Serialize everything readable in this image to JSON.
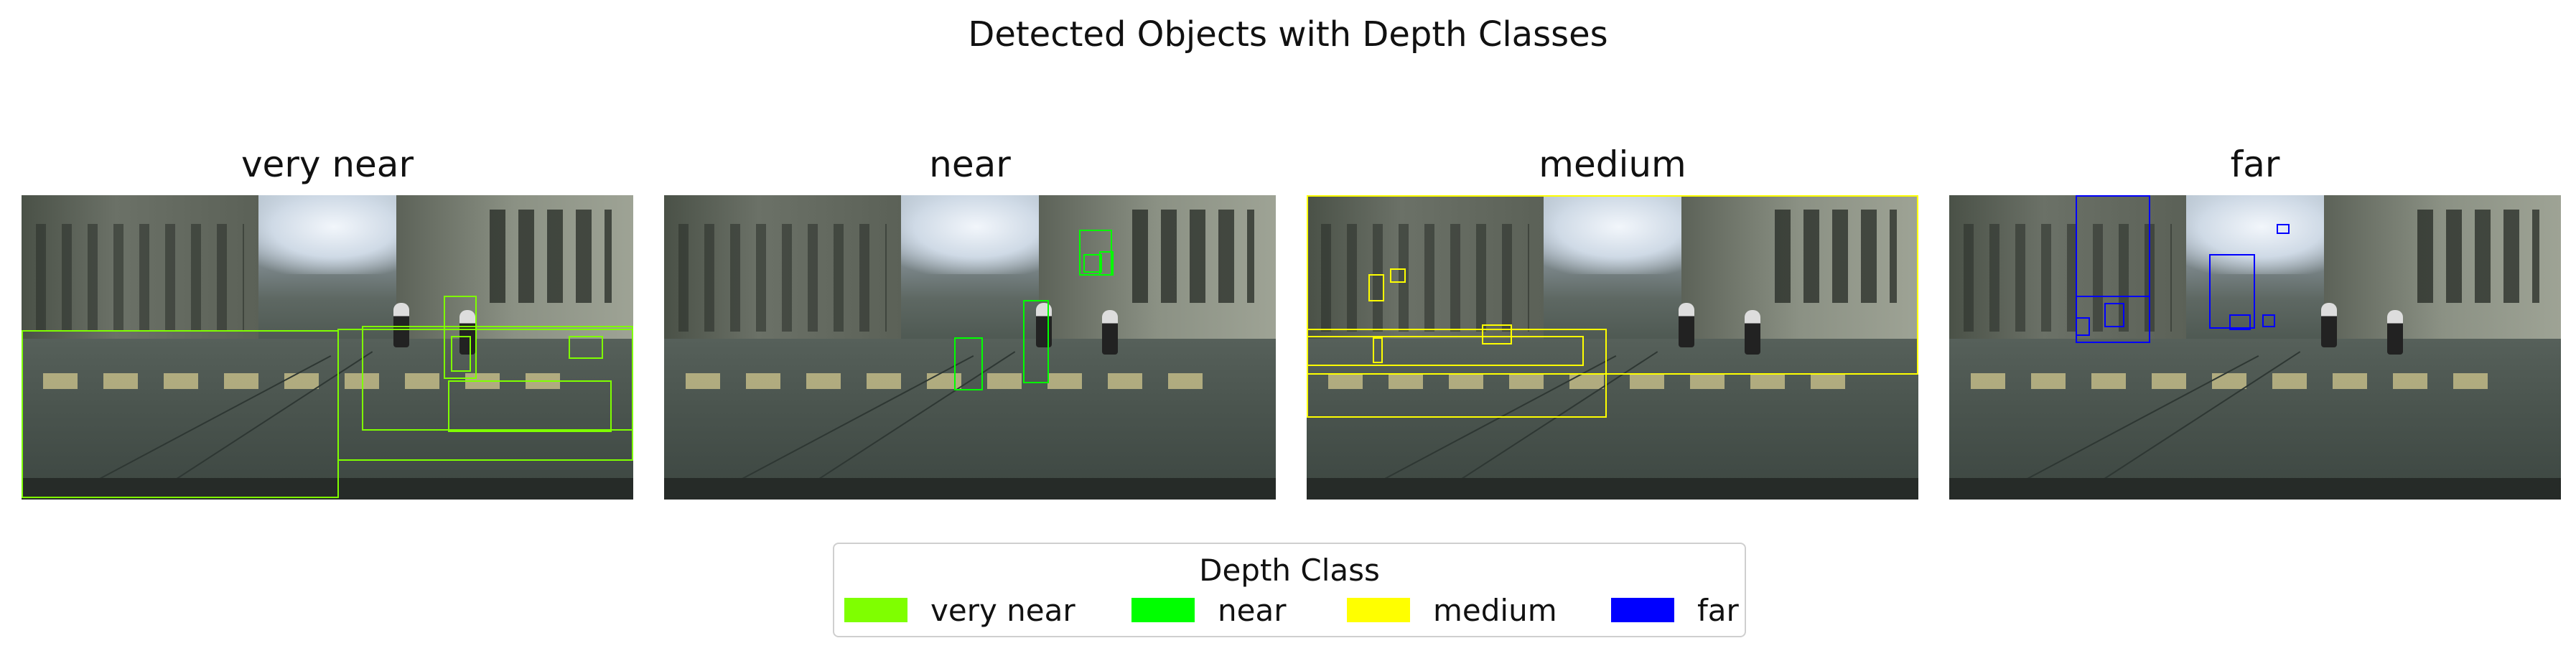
{
  "figure": {
    "title": "Detected Objects with Depth Classes"
  },
  "panels": [
    {
      "id": "very-near",
      "title": "very near",
      "color": "#7fff00"
    },
    {
      "id": "near",
      "title": "near",
      "color": "#00ff00"
    },
    {
      "id": "medium",
      "title": "medium",
      "color": "#ffff00"
    },
    {
      "id": "far",
      "title": "far",
      "color": "#0000ff"
    }
  ],
  "legend": {
    "title": "Depth Class",
    "items": [
      {
        "label": "very near",
        "color": "#7fff00"
      },
      {
        "label": "near",
        "color": "#00ff00"
      },
      {
        "label": "medium",
        "color": "#ffff00"
      },
      {
        "label": "far",
        "color": "#0000ff"
      }
    ]
  }
}
